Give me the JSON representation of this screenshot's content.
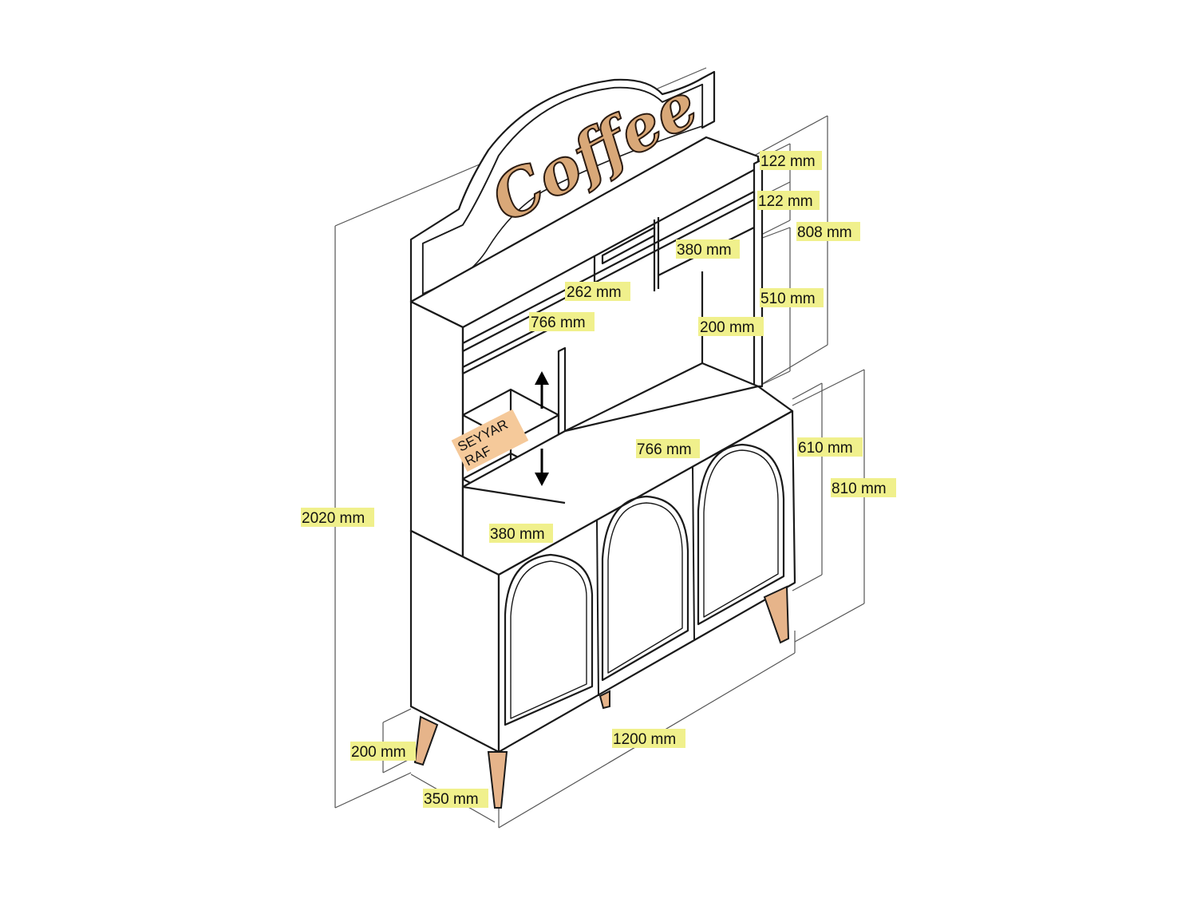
{
  "brand_logo": "Coffee",
  "shelf_label": {
    "line1": "SEYYAR",
    "line2": "RAF"
  },
  "dimensions": {
    "top_122_a": "122 mm",
    "top_122_b": "122 mm",
    "hutch_808": "808 mm",
    "shelf_depth_380_top": "380 mm",
    "hutch_510": "510 mm",
    "cubby_262": "262 mm",
    "hutch_width_766": "766 mm",
    "hutch_200": "200 mm",
    "counter_width_766": "766 mm",
    "counter_610": "610 mm",
    "base_810": "810 mm",
    "total_height_2020": "2020 mm",
    "counter_depth_380": "380 mm",
    "total_width_1200": "1200 mm",
    "leg_height_200": "200 mm",
    "depth_350": "350 mm"
  },
  "colors": {
    "label_highlight": "#f0f08c",
    "shelf_highlight": "#f5c99a",
    "wood_leg": "#e6b48a",
    "logo_fill": "#d9a878",
    "line": "#1a1a1a",
    "dim_line": "#444444"
  }
}
